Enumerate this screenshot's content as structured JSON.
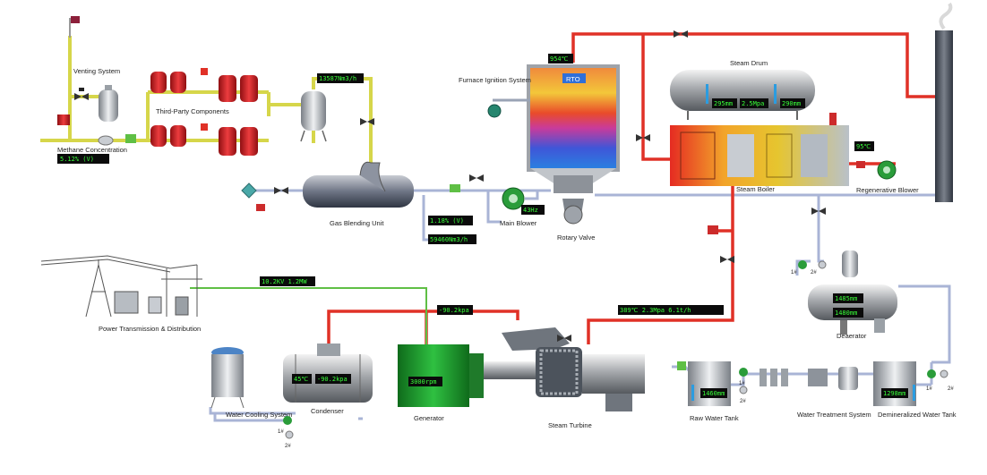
{
  "labels": {
    "venting_system": "Venting System",
    "third_party_components": "Third-Party Components",
    "methane_concentration": "Methane Concentration",
    "gas_blending_unit": "Gas Blending Unit",
    "furnace_ignition_system": "Furnace Ignition System",
    "main_blower": "Main Blower",
    "rotary_valve": "Rotary Valve",
    "steam_drum": "Steam Drum",
    "steam_boiler": "Steam Boiler",
    "regenerative_blower": "Regenerative Blower",
    "deaerator": "Deaerator",
    "power_transmission": "Power Transmission & Distribution",
    "water_cooling_system": "Water Cooling System",
    "condenser": "Condenser",
    "generator": "Generator",
    "steam_turbine": "Steam Turbine",
    "raw_water_tank": "Raw Water Tank",
    "water_treatment_system": "Water Treatment System",
    "demineralized_water_tank": "Demineralized Water Tank",
    "rto": "RTO"
  },
  "readouts": {
    "methane_concentration": "5.12% (V)",
    "gas_flow_top": "13587Nm3/h",
    "rto_temperature": "954℃",
    "drum_level_1": "295mm",
    "drum_pressure": "2.5Mpa",
    "drum_level_2": "290mm",
    "boiler_outlet_temp": "95℃",
    "blend_concentration": "1.18% (V)",
    "blend_flow": "59460Nm3/h",
    "main_blower_freq": "43Hz",
    "power_output": "10.2KV  1.2MW",
    "condenser_vacuum_line": "-90.2kpa",
    "steam_params": "389℃  2.3Mpa  6.1t/h",
    "deaerator_level_1": "1485mm",
    "deaerator_level_2": "1480mm",
    "condenser_temp": "45℃",
    "condenser_pressure": "-90.2kpa",
    "generator_speed": "3000rpm",
    "raw_water_level": "1460mm",
    "demin_water_level": "1298mm"
  },
  "pump_tags": {
    "deaerator_p1": "1#",
    "deaerator_p2": "2#",
    "raw_p1": "1#",
    "raw_p2": "2#",
    "demin_p1": "1#",
    "demin_p2": "2#",
    "cooling_p1": "1#",
    "cooling_p2": "2#"
  },
  "colors": {
    "gas_pipe": "#d6d64a",
    "steam_pipe": "#e03127",
    "water_pipe": "#a9b4d6",
    "power_line": "#5fbf45",
    "lcd_text": "#39ff3a",
    "generator_green": "#1f9a2e"
  }
}
